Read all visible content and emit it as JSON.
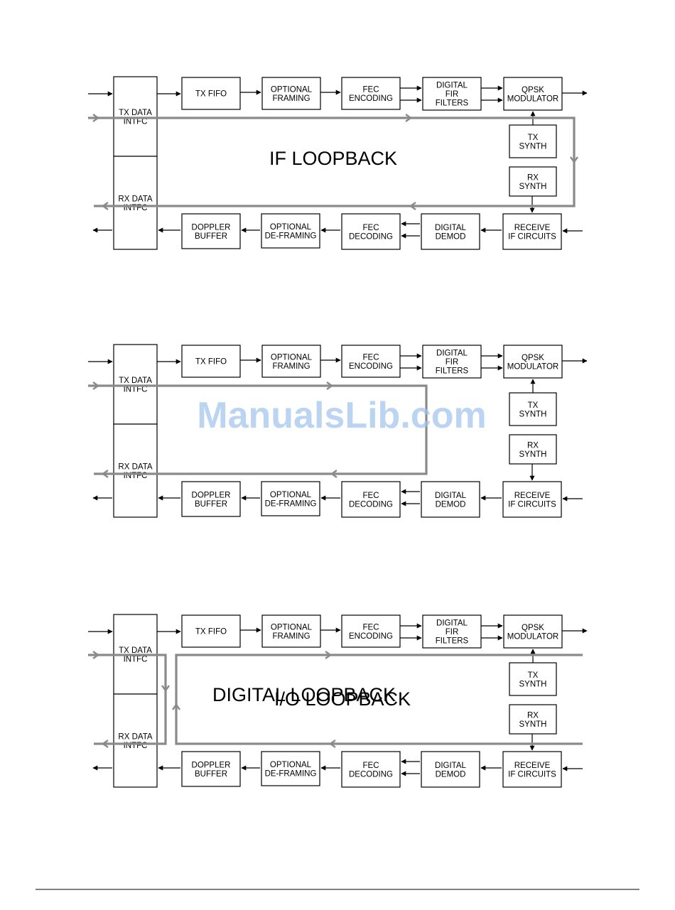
{
  "blocks": {
    "tx_data_intfc": [
      "TX DATA",
      "INTFC"
    ],
    "rx_data_intfc": [
      "RX DATA",
      "INTFC"
    ],
    "tx_fifo": [
      "TX FIFO"
    ],
    "optional_framing": [
      "OPTIONAL",
      "FRAMING"
    ],
    "fec_encoding": [
      "FEC",
      "ENCODING"
    ],
    "digital_fir_filters": [
      "DIGITAL",
      "FIR",
      "FILTERS"
    ],
    "qpsk_modulator": [
      "QPSK",
      "MODULATOR"
    ],
    "tx_synth": [
      "TX",
      "SYNTH"
    ],
    "rx_synth": [
      "RX",
      "SYNTH"
    ],
    "receive_if_circuits": [
      "RECEIVE",
      "IF CIRCUITS"
    ],
    "digital_demod": [
      "DIGITAL",
      "DEMOD"
    ],
    "fec_decoding": [
      "FEC",
      "DECODING"
    ],
    "optional_deframing": [
      "OPTIONAL",
      "DE-FRAMING"
    ],
    "doppler_buffer": [
      "DOPPLER",
      "BUFFER"
    ]
  },
  "diagrams": [
    {
      "id": "if",
      "title": "IF LOOPBACK"
    },
    {
      "id": "digital",
      "title": "DIGITAL LOOPBACK"
    },
    {
      "id": "io",
      "title": "I/O LOOPBACK"
    }
  ],
  "watermark": "ManualsLib.com"
}
